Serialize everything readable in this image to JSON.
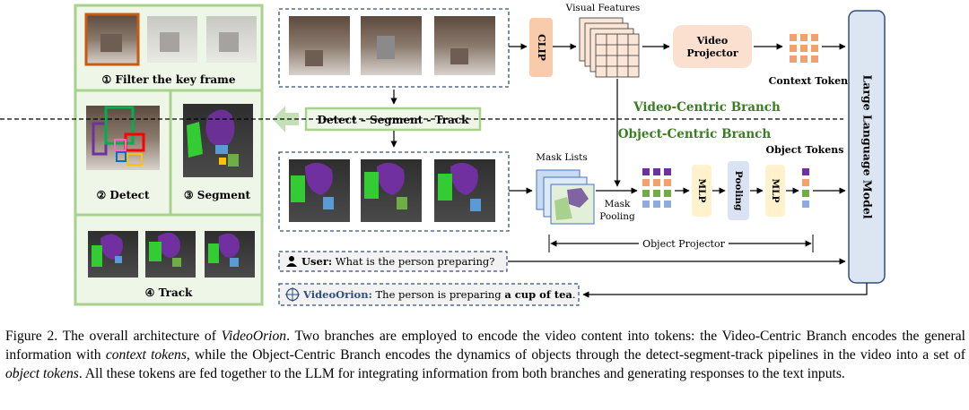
{
  "pipeline": {
    "step1_label": "① Filter the key frame",
    "step2_label": "② Detect",
    "step3_label": "③ Segment",
    "step4_label": "④ Track",
    "detect_segment_track": "Detect – Segment - Track"
  },
  "video_branch": {
    "clip": "CLIP",
    "visual_features": "Visual Features",
    "video_projector_l1": "Video",
    "video_projector_l2": "Projector",
    "context_tokens": "Context Tokens",
    "branch_title": "Video-Centric Branch"
  },
  "object_branch": {
    "branch_title": "Object-Centric Branch",
    "object_tokens": "Object Tokens",
    "mask_lists": "Mask Lists",
    "mask_pooling_l1": "Mask",
    "mask_pooling_l2": "Pooling",
    "mlp_a": "MLP",
    "pooling": "Pooling",
    "mlp_b": "MLP",
    "object_projector": "Object Projector"
  },
  "llm": "Large Language Model",
  "dialog": {
    "user_prefix": "User:",
    "user_text": " What is the person preparing?",
    "bot_prefix": "VideoOrion:",
    "bot_text": " The person is preparing ",
    "bot_bold": "a cup of tea",
    "bot_end": "."
  },
  "caption": {
    "s1": "Figure 2. The overall architecture of ",
    "s2": "VideoOrion",
    "s3": ". Two branches are employed to encode the video content into tokens: the Video-Centric Branch encodes the general information with ",
    "s4": "context tokens",
    "s5": ", while the Object-Centric Branch encodes the dynamics of objects through the detect-segment-track pipelines in the video into a set of ",
    "s6": "object tokens",
    "s7": ". All these tokens are fed together to the LLM for integrating information from both branches and generating responses to the text inputs."
  },
  "colors": {
    "pipeline_border": "#a9d18e",
    "pipeline_fill": "#eef6e8",
    "clip_fill": "#f8cbad",
    "projector_fill": "#fbe0d0",
    "llm_fill": "#dce6f2",
    "mlp_fill": "#fff2cc",
    "pool_fill": "#dae3f3",
    "green_title": "#3a7d22",
    "token_orange": "#f4a06c",
    "token_purple": "#7030a0",
    "token_green": "#70ad47",
    "token_blue": "#8faadc"
  }
}
